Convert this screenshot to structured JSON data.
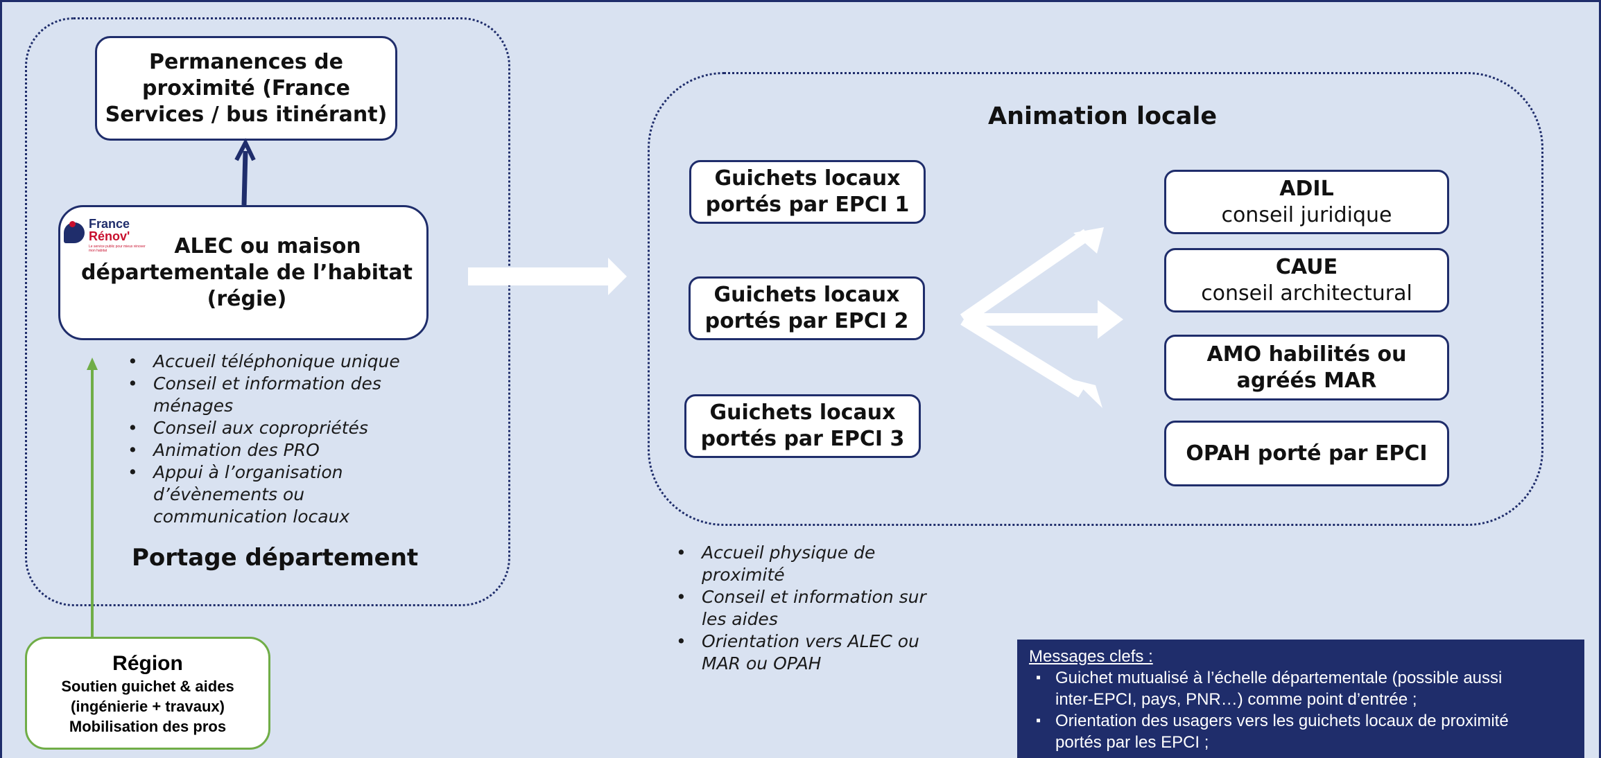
{
  "left_panel": {
    "permanences_lines": [
      "Permanences de",
      "proximité (France",
      "Services / bus itinérant)"
    ],
    "logo": {
      "line1": "France",
      "line2": "Rénov'",
      "tagline": "Le service public pour mieux rénover mon habitat"
    },
    "alec_lines": [
      "ALEC ou maison",
      "départementale de l’habitat",
      "(régie)"
    ],
    "bullets": [
      [
        "Accueil téléphonique unique"
      ],
      [
        "Conseil et information des",
        "ménages"
      ],
      [
        "Conseil aux copropriétés"
      ],
      [
        "Animation des PRO"
      ],
      [
        "Appui à l’organisation",
        "d’évènements  ou",
        "communication locaux"
      ]
    ],
    "title": "Portage département"
  },
  "region": {
    "title": "Région",
    "lines": [
      "Soutien guichet & aides",
      "(ingénierie + travaux)",
      "Mobilisation des pros"
    ]
  },
  "right_panel": {
    "title": "Animation locale",
    "guichets": [
      [
        "Guichets locaux",
        "portés par EPCI 1"
      ],
      [
        "Guichets locaux",
        "portés par EPCI 2"
      ],
      [
        "Guichets locaux",
        "portés par EPCI 3"
      ]
    ],
    "partners": [
      {
        "name": "ADIL",
        "desc": "conseil juridique"
      },
      {
        "name": "CAUE",
        "desc": "conseil architectural"
      },
      {
        "name": "AMO habilités ou",
        "desc": "agréés MAR"
      },
      {
        "name": "OPAH porté par EPCI",
        "desc": ""
      }
    ]
  },
  "local_bullets": [
    [
      "Accueil  physique de",
      "proximité"
    ],
    [
      "Conseil et information sur",
      "les aides"
    ],
    [
      "Orientation vers ALEC ou",
      "MAR ou OPAH"
    ]
  ],
  "messages": {
    "title": "Messages clefs :",
    "items": [
      [
        "Guichet mutualisé à l’échelle départementale (possible aussi",
        "inter-EPCI, pays, PNR…) comme point d’entrée ;"
      ],
      [
        "Orientation des usagers vers les guichets locaux de proximité",
        "portés par les EPCI ;"
      ]
    ]
  },
  "colors": {
    "background": "#d9e2f1",
    "navy": "#1f2d6b",
    "green": "#70ad47",
    "white": "#ffffff",
    "logo_red": "#c8102e"
  }
}
